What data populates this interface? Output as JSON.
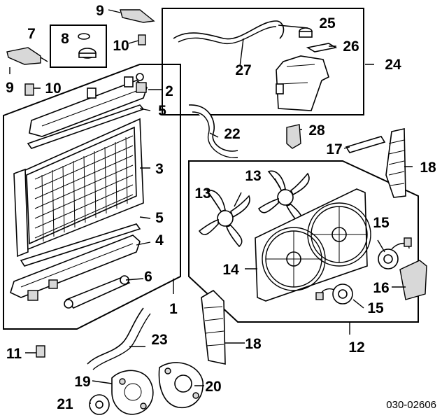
{
  "diagram": {
    "callouts": {
      "c1": "1",
      "c2": "2",
      "c3": "3",
      "c4": "4",
      "c5a": "5",
      "c5b": "5",
      "c6": "6",
      "c7": "7",
      "c8": "8",
      "c9a": "9",
      "c9b": "9",
      "c10a": "10",
      "c10b": "10",
      "c11": "11",
      "c12": "12",
      "c13a": "13",
      "c13b": "13",
      "c14": "14",
      "c15a": "15",
      "c15b": "15",
      "c16": "16",
      "c17": "17",
      "c18a": "18",
      "c18b": "18",
      "c19": "19",
      "c20": "20",
      "c21": "21",
      "c22": "22",
      "c23": "23",
      "c24": "24",
      "c25": "25",
      "c26": "26",
      "c27": "27",
      "c28": "28"
    },
    "figure_code": "030-02606"
  }
}
